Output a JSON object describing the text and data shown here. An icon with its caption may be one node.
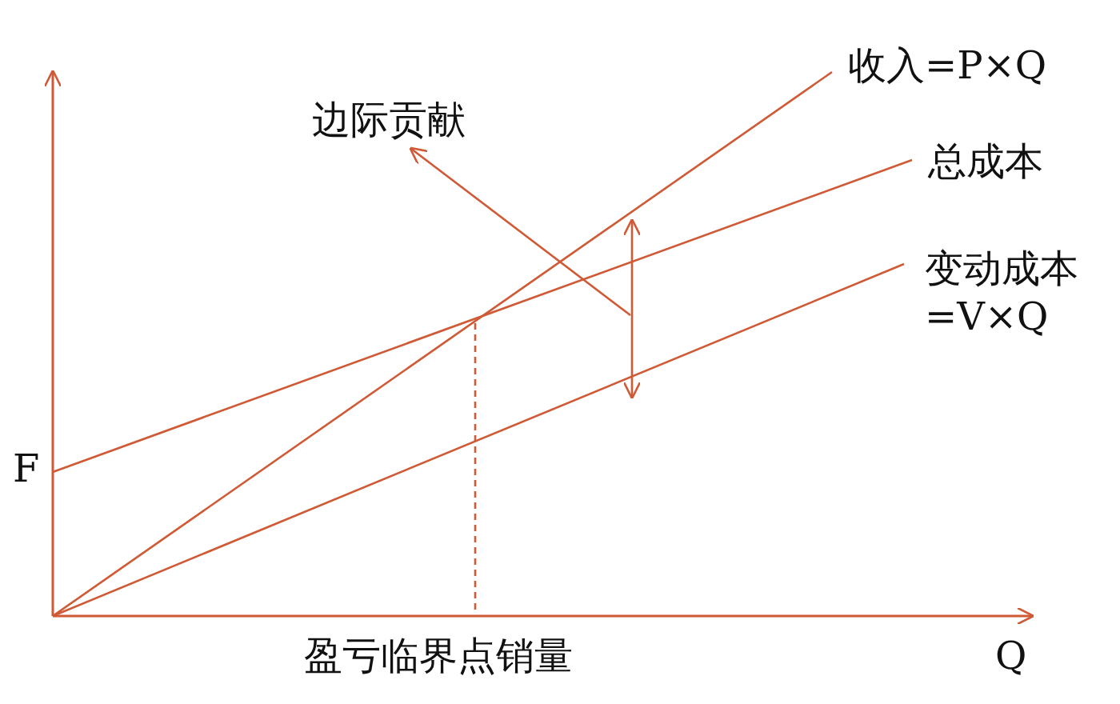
{
  "diagram": {
    "nodes": [
      {
        "text": [
          "边际贡献"
        ]
      },
      {
        "text": [],
        "shape": "arrow"
      }
    ],
    "edges": [
      {
        "from": 1,
        "to": 0,
        "arrow": "to"
      }
    ],
    "labels": [
      "收入=P×Q",
      "总成本",
      "变动成本 =V×Q",
      "F",
      "盈亏临界点销量",
      "Q"
    ]
  }
}
